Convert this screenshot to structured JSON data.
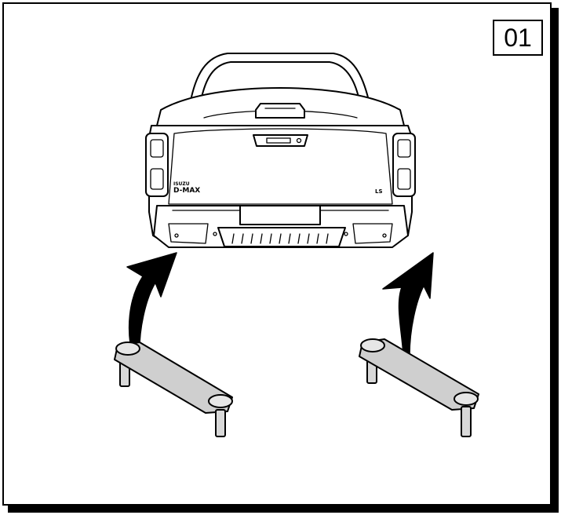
{
  "step_number": "01",
  "vehicle": {
    "brand_badge": "ISUZU",
    "model_badge": "D-MAX",
    "trim_badge": "LS"
  },
  "colors": {
    "line": "#000000",
    "part_fill": "#cfcfcf",
    "background": "#ffffff"
  },
  "icons": [
    "arrow-up-curved-icon",
    "arrow-up-curved-icon"
  ]
}
